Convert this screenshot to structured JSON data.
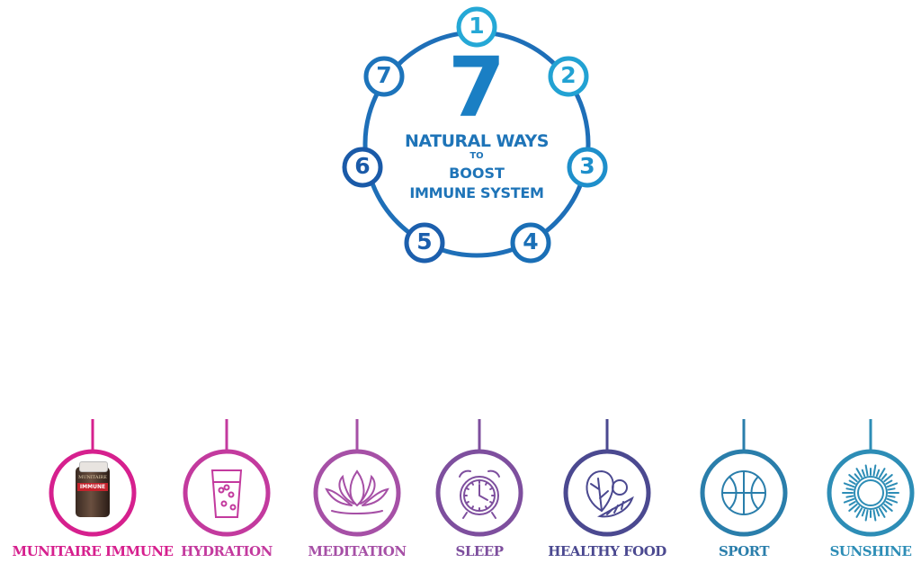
{
  "hub": {
    "big_number": "7",
    "line1": "NATURAL WAYS",
    "line2": "TO",
    "line3": "BOOST",
    "line4": "IMMUNE SYSTEM",
    "ring_color": "#1e6fb8",
    "number_color": "#1a7fc4"
  },
  "ring_numbers": [
    {
      "label": "1",
      "color": "#25a8d6"
    },
    {
      "label": "2",
      "color": "#22a2d3"
    },
    {
      "label": "3",
      "color": "#1e8fcb"
    },
    {
      "label": "4",
      "color": "#1a6fb6"
    },
    {
      "label": "5",
      "color": "#1c5fad"
    },
    {
      "label": "6",
      "color": "#1a5aa8"
    },
    {
      "label": "7",
      "color": "#1d74bb"
    }
  ],
  "categories": [
    {
      "label": "MUNITAIRE IMMUNE",
      "icon": "supplement-bottle-icon",
      "color": "#d6208e"
    },
    {
      "label": "HYDRATION",
      "icon": "water-glass-icon",
      "color": "#c33a9e"
    },
    {
      "label": "MEDITATION",
      "icon": "lotus-icon",
      "color": "#a650a6"
    },
    {
      "label": "SLEEP",
      "icon": "alarm-clock-icon",
      "color": "#7e4f9e"
    },
    {
      "label": "HEALTHY FOOD",
      "icon": "vegetables-icon",
      "color": "#4b4990"
    },
    {
      "label": "SPORT",
      "icon": "basketball-icon",
      "color": "#2a7eab"
    },
    {
      "label": "SUNSHINE",
      "icon": "sun-icon",
      "color": "#2d8db6"
    }
  ],
  "product": {
    "brand": "MUNITAIRE",
    "name": "IMMUNE"
  }
}
